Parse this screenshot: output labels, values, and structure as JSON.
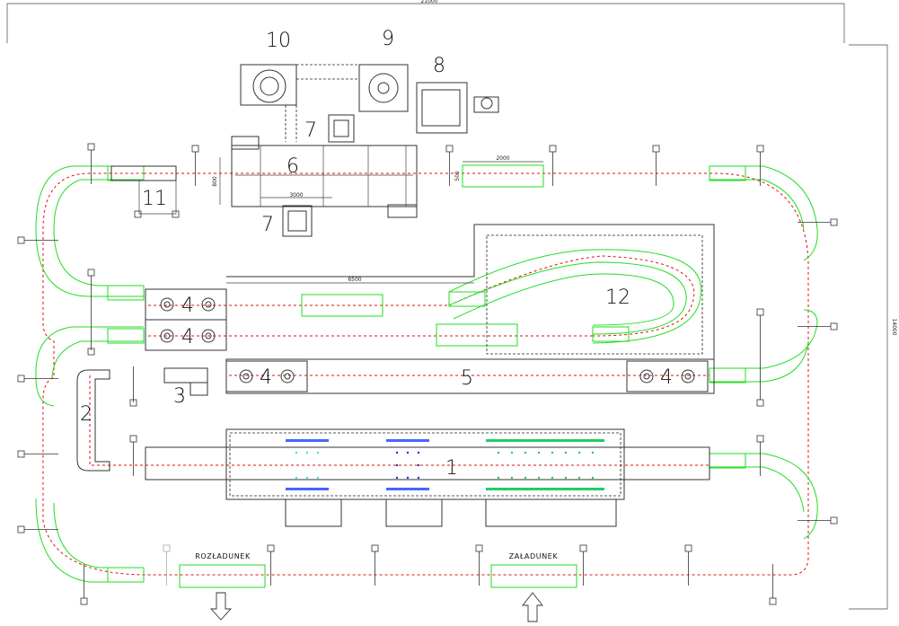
{
  "dimensions": {
    "overall_width": "21000",
    "overall_height": "14000",
    "oven_length": "3000",
    "oven_height": "800",
    "booth_width": "2000",
    "booth_height": "500",
    "long_station": "6500"
  },
  "stations": {
    "s1": "1",
    "s2": "2",
    "s3": "3",
    "s4a": "4",
    "s4b": "4",
    "s4c": "4",
    "s4d": "4",
    "s5": "5",
    "s6": "6",
    "s7a": "7",
    "s7b": "7",
    "s8": "8",
    "s9": "9",
    "s10": "10",
    "s11": "11",
    "s12": "12"
  },
  "zones": {
    "unload": "ROZŁADUNEK",
    "load": "ZAŁADUNEK"
  },
  "colors": {
    "route": "#e01010",
    "carrier": "#22dd22",
    "outline": "#333333"
  },
  "icons": {
    "unload_arrow": "arrow-down-icon",
    "load_arrow": "arrow-up-icon"
  }
}
